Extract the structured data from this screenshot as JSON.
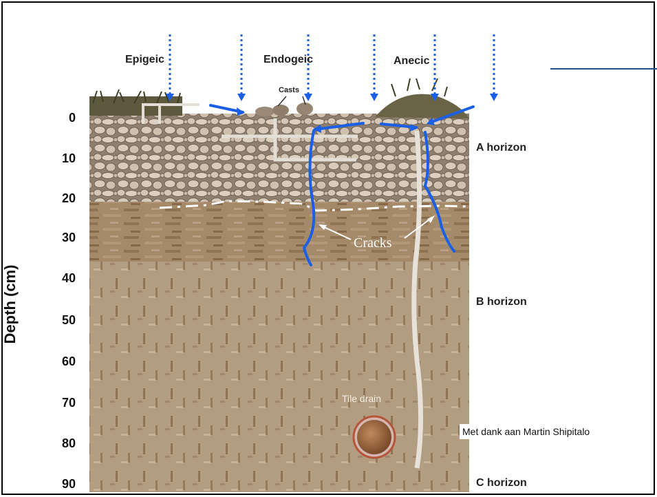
{
  "ecological_groups": [
    "Epigeic",
    "Endogeic",
    "Anecic"
  ],
  "casts_label": "Casts",
  "cracks_label": "Cracks",
  "tile_drain_label": "Tile drain",
  "horizons": [
    "A horizon",
    "B horizon",
    "C horizon"
  ],
  "depth_axis": {
    "label": "Depth (cm)",
    "ticks": [
      "0",
      "10",
      "20",
      "30",
      "40",
      "50",
      "60",
      "70",
      "80",
      "90"
    ]
  },
  "credit": "Met dank aan Martin Shipitalo",
  "colors": {
    "flow_arrows": "#1a5fe6",
    "topsoil": "#c7b39a",
    "subsoil": "#9a7d5c",
    "tile_drain": "#b5543a"
  }
}
